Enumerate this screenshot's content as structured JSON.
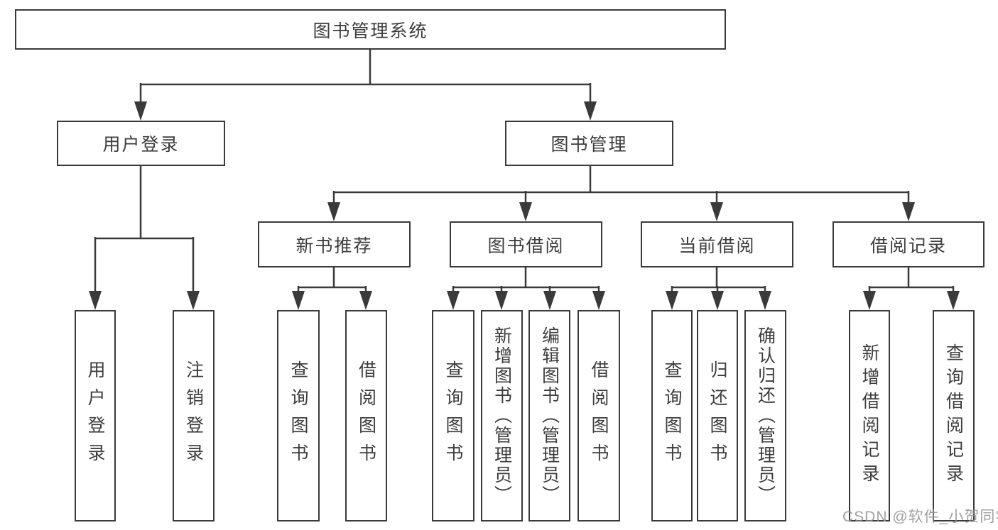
{
  "title": "图书管理系统",
  "tree": {
    "root": "图书管理系统",
    "branches": [
      {
        "label": "用户登录",
        "children": [
          "用户登录",
          "注销登录"
        ]
      },
      {
        "label": "图书管理",
        "sections": [
          {
            "label": "新书推荐",
            "children": [
              "查询图书",
              "借阅图书"
            ]
          },
          {
            "label": "图书借阅",
            "children": [
              "查询图书",
              "新增图书（管理员）",
              "编辑图书（管理员）",
              "借阅图书"
            ]
          },
          {
            "label": "当前借阅",
            "children": [
              "查询图书",
              "归还图书",
              "确认归还（管理员）"
            ]
          },
          {
            "label": "借阅记录",
            "children": [
              "新增借阅记录",
              "查询借阅记录"
            ]
          }
        ]
      }
    ]
  },
  "watermark": "CSDN @软件_小贺同学",
  "colors": {
    "line": "#3a3a3a",
    "text": "#3d3d3d",
    "box_background": "#ffffff",
    "watermark": "#919191",
    "background": "#ffffff"
  }
}
